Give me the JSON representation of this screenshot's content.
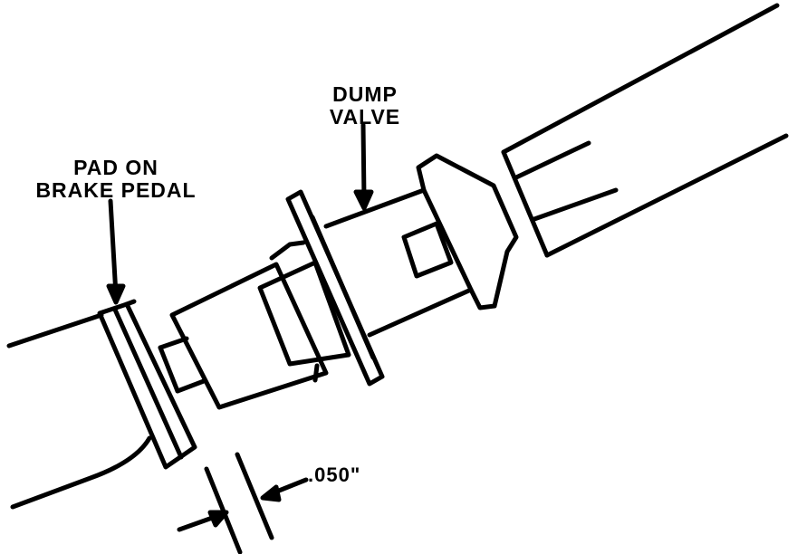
{
  "labels": {
    "dump_valve": {
      "line1": "DUMP",
      "line2": "VALVE"
    },
    "pad_on_brake_pedal": {
      "line1": "PAD ON",
      "line2": "BRAKE PEDAL"
    },
    "clearance": ".050\""
  },
  "colors": {
    "ink": "#000000",
    "paper": "#ffffff"
  }
}
